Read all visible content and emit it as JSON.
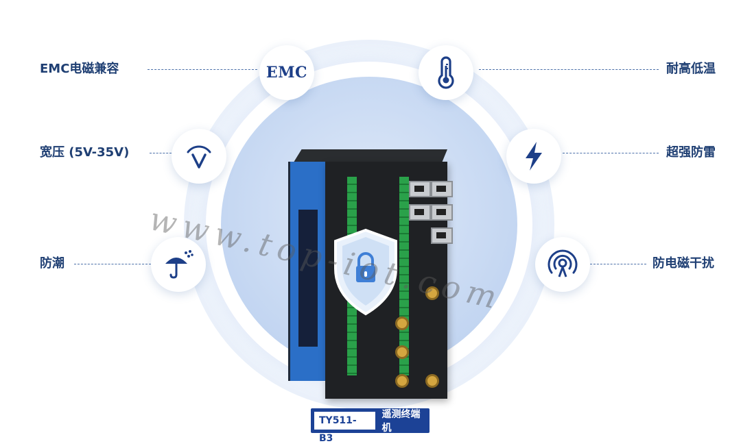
{
  "features": {
    "emc": {
      "label": "EMC电磁兼容",
      "badge_text": "EMC",
      "icon": "emc-text-icon"
    },
    "wide_voltage": {
      "label": "宽压 (5V-35V)",
      "icon": "voltage-v-icon"
    },
    "moisture": {
      "label": "防潮",
      "icon": "umbrella-rain-icon"
    },
    "temperature": {
      "label": "耐高低温",
      "icon": "thermometer-icon"
    },
    "lightning": {
      "label": "超强防雷",
      "icon": "lightning-bolt-icon"
    },
    "anti_interference": {
      "label": "防电磁干扰",
      "icon": "signal-waves-icon"
    }
  },
  "product": {
    "model": "TY511-B3",
    "description": "遥测终端机",
    "security_icon": "shield-lock-icon"
  },
  "watermark": "www.top-iot.com",
  "colors": {
    "label_text": "#1f3f73",
    "icon_blue": "#1d3f88",
    "tag_bg": "#1c4296",
    "halo_blue": "#c9daf3"
  }
}
